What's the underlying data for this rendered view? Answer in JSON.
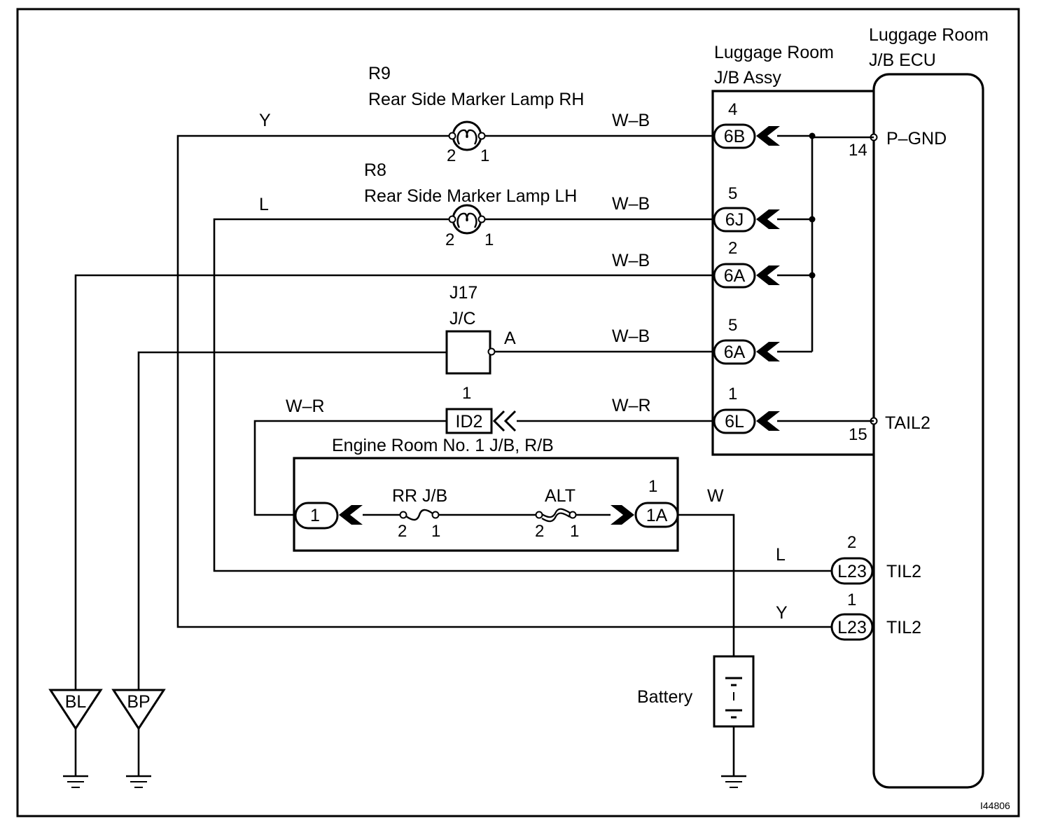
{
  "diagram_id": "I44806",
  "ecu": {
    "title_line1": "Luggage Room",
    "title_line2": "J/B ECU",
    "pins": [
      {
        "name": "P–GND",
        "num": "14"
      },
      {
        "name": "TAIL2",
        "num": "15"
      }
    ]
  },
  "jb_assy": {
    "title_line1": "Luggage Room",
    "title_line2": "J/B Assy",
    "connectors": [
      {
        "pin": "4",
        "label": "6B"
      },
      {
        "pin": "5",
        "label": "6J"
      },
      {
        "pin": "2",
        "label": "6A"
      },
      {
        "pin": "5",
        "label": "6A"
      },
      {
        "pin": "1",
        "label": "6L"
      }
    ]
  },
  "lamps": [
    {
      "ref": "R9",
      "name": "Rear Side Marker Lamp RH",
      "pin_left": "2",
      "pin_right": "1"
    },
    {
      "ref": "R8",
      "name": "Rear Side Marker Lamp LH",
      "pin_left": "2",
      "pin_right": "1"
    }
  ],
  "junction": {
    "ref": "J17",
    "name": "J/C",
    "terminal": "A"
  },
  "id2": {
    "pin": "1",
    "label": "ID2"
  },
  "engine_room": {
    "title": "Engine Room No. 1 J/B, R/B",
    "connector_left": "1",
    "fuse1": {
      "name": "RR J/B",
      "pin_left": "2",
      "pin_right": "1"
    },
    "fuse2": {
      "name": "ALT",
      "pin_left": "2",
      "pin_right": "1"
    },
    "connector_right": {
      "pin": "1",
      "label": "1A"
    }
  },
  "til_connectors": [
    {
      "pin": "2",
      "label": "L23",
      "name": "TIL2"
    },
    {
      "pin": "1",
      "label": "L23",
      "name": "TIL2"
    }
  ],
  "battery": "Battery",
  "grounds": [
    "BL",
    "BP"
  ],
  "wires": {
    "y": "Y",
    "l": "L",
    "wb": "W–B",
    "wr": "W–R",
    "w": "W"
  }
}
